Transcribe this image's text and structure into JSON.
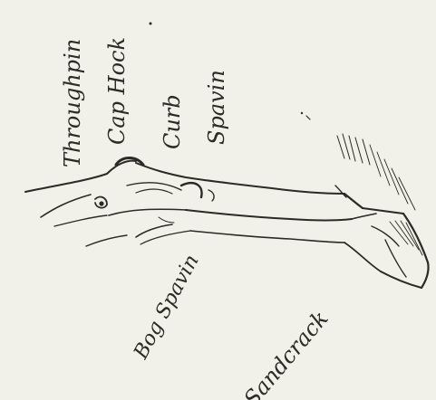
{
  "labels": {
    "throughpin": "Throughpin",
    "cap_hock": "Cap Hock",
    "curb": "Curb",
    "spavin": "Spavin",
    "bog_spavin": "Bog Spavin",
    "sandcrack": "Sandcrack"
  },
  "colors": {
    "paper": "#f1f1e9",
    "ink": "#2a2a26"
  }
}
